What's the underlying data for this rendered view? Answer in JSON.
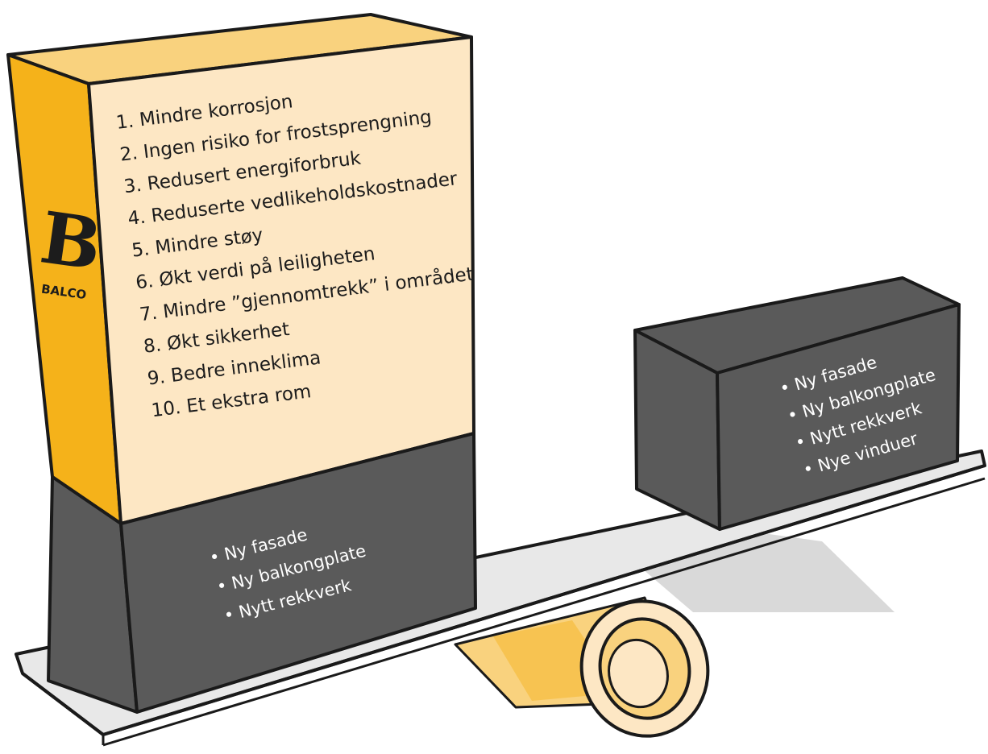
{
  "brand": {
    "logo_letter": "B",
    "logo_name": "BALCO"
  },
  "benefits": [
    {
      "number": "1.",
      "text": "Mindre korrosjon"
    },
    {
      "number": "2.",
      "text": "Ingen risiko for frostsprengning"
    },
    {
      "number": "3.",
      "text": "Redusert energiforbruk"
    },
    {
      "number": "4.",
      "text": "Reduserte vedlikeholdskostnader"
    },
    {
      "number": "5.",
      "text": "Mindre støy"
    },
    {
      "number": "6.",
      "text": "Økt verdi på leiligheten"
    },
    {
      "number": "7.",
      "text": "Mindre ”gjennomtrekk” i området"
    },
    {
      "number": "8.",
      "text": "Økt sikkerhet"
    },
    {
      "number": "9.",
      "text": "Bedre inneklima"
    },
    {
      "number": "10.",
      "text": "Et ekstra rom"
    }
  ],
  "left_box_items": [
    "• Ny fasade",
    "• Ny balkongplate",
    "• Nytt rekkverk"
  ],
  "right_box_items": [
    "• Ny fasade",
    "• Ny balkongplate",
    "• Nytt rekkverk",
    "• Nye vinduer"
  ],
  "colors": {
    "brand_yellow": "#F5B21A",
    "light_yellow": "#F9D27E",
    "cream": "#FDE7C4",
    "dark_gray": "#5A5A5A",
    "light_gray": "#E8E8E8",
    "shadow_gray": "#D9D9D9",
    "outline": "#1A1A1A"
  }
}
